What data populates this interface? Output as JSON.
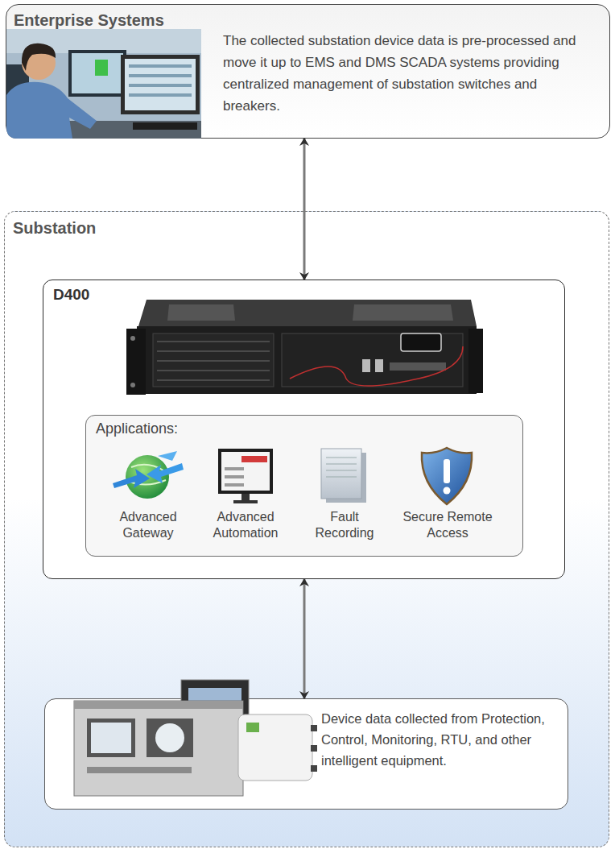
{
  "diagram": {
    "nodes": [
      {
        "text": [
          "Enterprise Systems",
          "The collected substation device data is pre-processed and move it up to EMS and DMS SCADA systems providing centralized management of substation switches and breakers."
        ]
      },
      {
        "text": [
          "Substation"
        ]
      },
      {
        "text": [
          "D400"
        ],
        "in": 1
      },
      {
        "text": [
          "Applications:"
        ],
        "in": 2
      },
      {
        "text": [
          "Device data collected from Protection, Control, Monitoring, RTU, and other intelligent equipment."
        ],
        "in": 1
      }
    ],
    "edges": [
      {
        "from": 0,
        "to": 2,
        "arrow": "both"
      },
      {
        "from": 2,
        "to": 4,
        "arrow": "both"
      }
    ],
    "labels": [
      "Advanced Gateway",
      "Advanced Automation",
      "Fault Recording",
      "Secure Remote Access"
    ]
  }
}
